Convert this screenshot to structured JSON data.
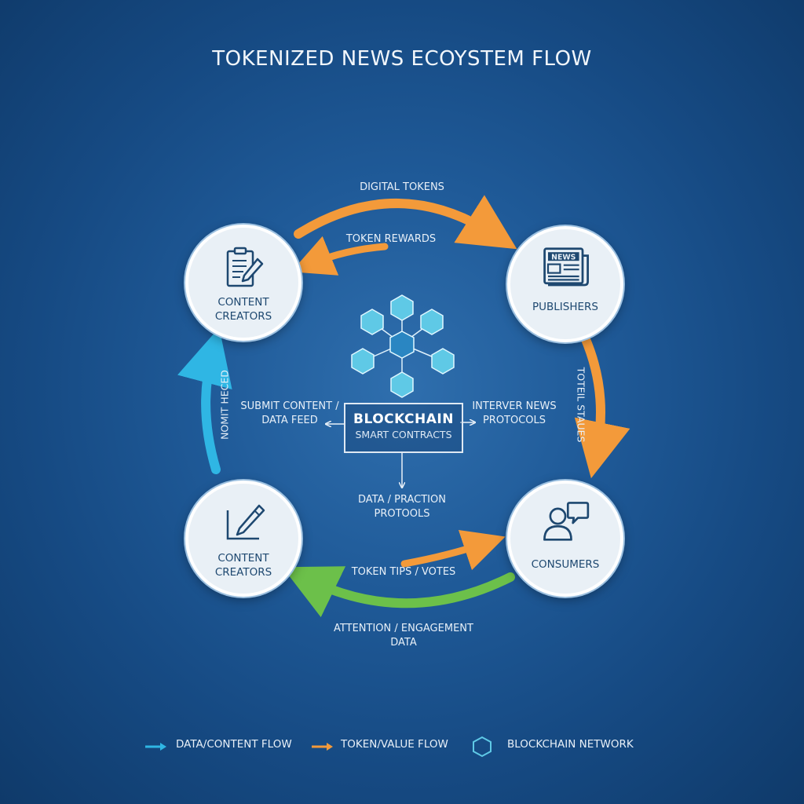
{
  "title": "TOKENIZED NEWS ECOYSTEM FLOW",
  "nodes": {
    "creators_top": {
      "line1": "CONTENT",
      "line2": "CREATORS",
      "icon": "clipboard-pen-icon"
    },
    "publishers": {
      "line1": "PUBLISHERS",
      "icon": "newspaper-icon",
      "badge": "NEWS"
    },
    "creators_bottom": {
      "line1": "CONTENT",
      "line2": "CREATORS",
      "icon": "chart-pen-icon"
    },
    "consumers": {
      "line1": "CONSUMERS",
      "icon": "person-chat-icon"
    }
  },
  "center": {
    "title": "BLOCKCHAIN",
    "subtitle": "SMART CONTRACTS",
    "icon": "hexagon-network-icon"
  },
  "flows": {
    "digital_tokens": "DIGITAL TOKENS",
    "token_rewards": "TOKEN REWARDS",
    "left_vertical": "NOMIT HECED",
    "right_vertical": "TOTEIL STAUES",
    "submit_line1": "SUBMIT CONTENT /",
    "submit_line2": "DATA FEED",
    "interver_line1": "INTERVER NEWS",
    "interver_line2": "PROTOCOLS",
    "data_line1": "DATA / PRACTION",
    "data_line2": "PROTOOLS",
    "token_tips": "TOKEN TIPS / VOTES",
    "attention_line1": "ATTENTION / ENGAGEMENT",
    "attention_line2": "DATA"
  },
  "legend": {
    "data_flow": "DATA/CONTENT FLOW",
    "token_flow": "TOKEN/VALUE FLOW",
    "network": "BLOCKCHAIN NETWORK"
  },
  "colors": {
    "cyan": "#2fb6e4",
    "orange": "#f39a3a",
    "green": "#6cc04a",
    "hex_fill": "#5fc9e6",
    "node_ink": "#1e4870"
  }
}
